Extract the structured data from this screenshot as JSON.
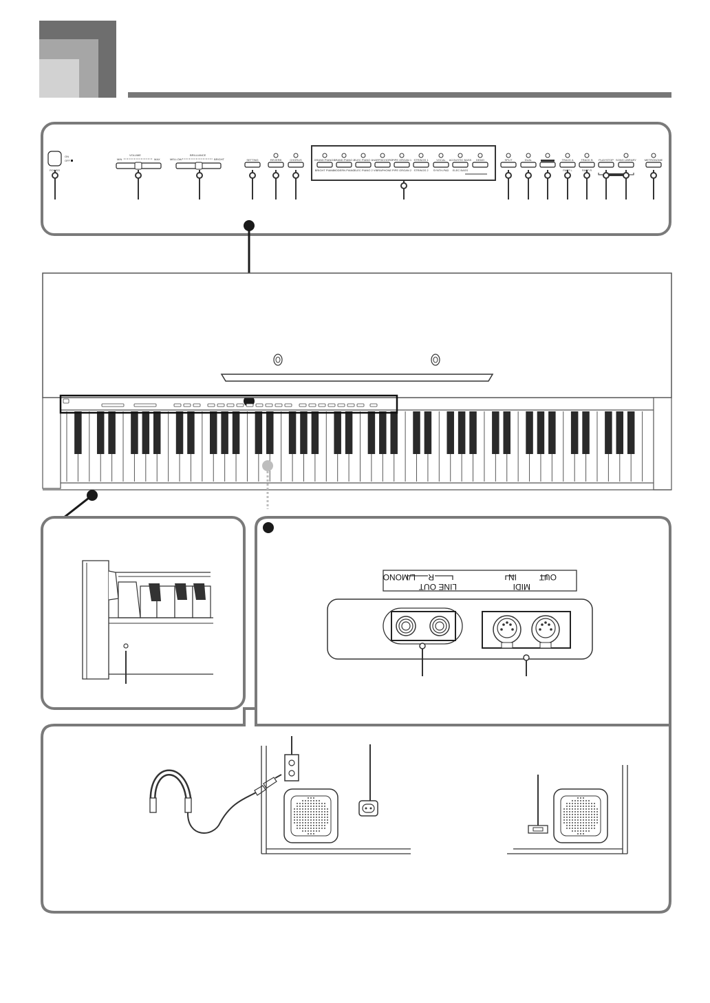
{
  "colors": {
    "outline": "#222222",
    "panel_border": "#7a7a7a",
    "header_dark": "#6e6e6e",
    "header_mid": "#a6a6a6",
    "header_light": "#d2d2d2",
    "rule": "#777777",
    "callout": "#1a1a1a"
  },
  "control_panel": {
    "power": {
      "label": "POWER",
      "on": "ON",
      "off": "OFF"
    },
    "volume": {
      "label": "VOLUME",
      "min": "MIN",
      "max": "MAX"
    },
    "brilliance": {
      "label": "BRILLIANCE",
      "low": "MELLOW",
      "high": "BRIGHT"
    },
    "buttons": [
      {
        "top": "SETTING",
        "bottom": ""
      },
      {
        "top": "REVERB",
        "bottom": ""
      },
      {
        "top": "CHORUS",
        "bottom": ""
      },
      {
        "top": "GRAND PIANO 1",
        "bottom": "BRIGHT PIANO"
      },
      {
        "top": "GRAND PIANO 2",
        "bottom": "MODERN PIANO"
      },
      {
        "top": "ELEC PIANO 1",
        "bottom": "ELEC PIANO 2"
      },
      {
        "top": "HARPSICHORD",
        "bottom": "VIBRAPHONE"
      },
      {
        "top": "PIPE ORGAN 1",
        "bottom": "PIPE ORGAN 2"
      },
      {
        "top": "STRINGS 1",
        "bottom": "STRINGS 2"
      },
      {
        "top": "VOCAL",
        "bottom": "SYNTH-PAD"
      },
      {
        "top": "ACOUSTIC BASS",
        "bottom": "ELEC BASS"
      },
      {
        "top": "DEMO",
        "bottom": ""
      },
      {
        "top": "SPLIT",
        "bottom": ""
      },
      {
        "top": "DUAL",
        "bottom": ""
      },
      {
        "top": "",
        "bottom": ""
      },
      {
        "top": "TRACK A",
        "bottom": "PART L"
      },
      {
        "top": "TRACK B",
        "bottom": "PART R"
      },
      {
        "top": "PLAY/STOP",
        "bottom": ""
      },
      {
        "top": "SONG LIBRARY",
        "bottom": ""
      },
      {
        "top": "METRONOME",
        "bottom": ""
      }
    ]
  },
  "rear_panel": {
    "line_out": {
      "group": "LINE OUT",
      "right": "R",
      "left": "L/MONO"
    },
    "midi": {
      "group": "MIDI",
      "in": "IN",
      "out": "OUT"
    }
  }
}
